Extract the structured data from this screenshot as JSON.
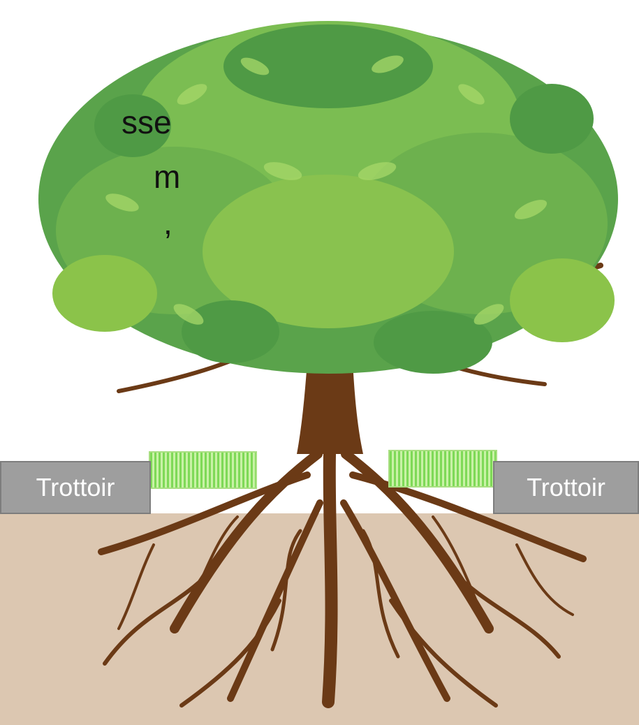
{
  "diagram": {
    "sidewalk_left_label": "Trottoir",
    "sidewalk_right_label": "Trottoir",
    "cut_off_text": {
      "line_1": "sse",
      "line_2": "m",
      "line_3": ","
    }
  },
  "colors": {
    "soil": "#dcc7b1",
    "sidewalk": "#9e9e9e",
    "trunk": "#6b3a16",
    "leaf_dark": "#4f9a45",
    "leaf_light": "#8bc34a",
    "grass": "#7ed957"
  }
}
